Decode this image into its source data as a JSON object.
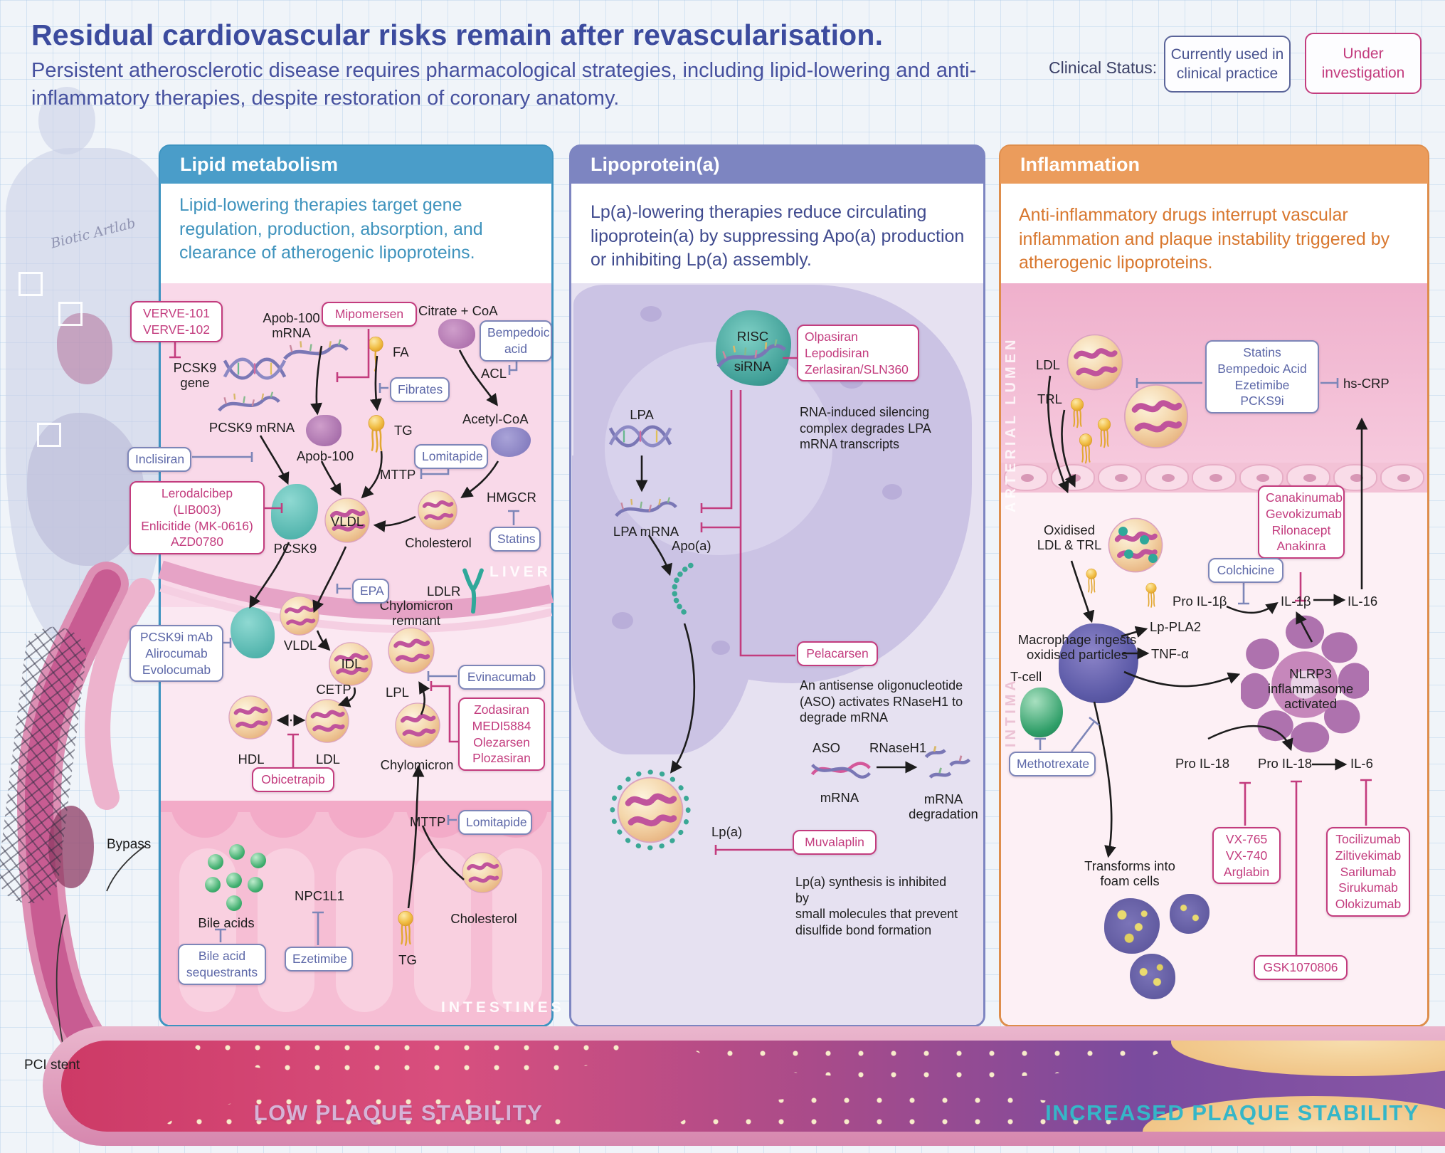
{
  "header": {
    "title": "Residual cardiovascular risks remain after revascularisation.",
    "subtitle": "Persistent atherosclerotic disease requires pharmacological strategies, including lipid-lowering and anti-inflammatory therapies, despite restoration of coronary anatomy.",
    "credit": "Biotic Artlab"
  },
  "legend": {
    "label": "Clinical Status:",
    "used": "Currently used in\nclinical practice",
    "investigation": "Under\ninvestigation"
  },
  "footer": {
    "low": "LOW PLAQUE STABILITY",
    "high": "INCREASED PLAQUE STABILITY"
  },
  "anatomy": {
    "bypass": "Bypass",
    "stent": "PCI stent"
  },
  "colors": {
    "panel1": "#4a9dc9",
    "panel2": "#7d85c1",
    "panel3": "#eb9c5c",
    "pink_drug": "#c33c7e",
    "blue_drug": "#7d86b8",
    "title": "#3c4b9e",
    "low_label": "#c9a9cf",
    "high_label": "#35b6c8"
  },
  "panels": {
    "lipid": {
      "header": "Lipid metabolism",
      "intro": "Lipid-lowering therapies target gene regulation, production, absorption, and clearance of atherogenic lipoproteins.",
      "labels": {
        "pcsk9_gene": "PCSK9\ngene",
        "apob_mrna": "Apob-100\nmRNA",
        "citrate": "Citrate + CoA",
        "fa": "FA",
        "acl": "ACL",
        "acetyl": "Acetyl-CoA",
        "pcsk9_mrna": "PCSK9 mRNA",
        "tg": "TG",
        "apob": "Apob-100",
        "mttp": "MTTP",
        "hmgcr": "HMGCR",
        "pcsk9": "PCSK9",
        "vldl": "VLDL",
        "cholesterol": "Cholesterol",
        "epa_target_ldlr": "LDLR",
        "liver": "LIVER",
        "vldl2": "VLDL",
        "idl": "IDL",
        "chylo_remnant": "Chylomicron\nremnant",
        "lpl": "LPL",
        "cetp": "CETP",
        "hdl": "HDL",
        "ldl": "LDL",
        "chylomicron": "Chylomicron",
        "mttp2": "MTTP",
        "bile_acids": "Bile acids",
        "npc1l1": "NPC1L1",
        "tg2": "TG",
        "cholesterol2": "Cholesterol",
        "intestines": "INTESTINES"
      },
      "drugs": {
        "verve": "VERVE-101\nVERVE-102",
        "mipomersen": "Mipomersen",
        "bempedoic": "Bempedoic\nacid",
        "fibrates": "Fibrates",
        "inclisiran": "Inclisiran",
        "lomitapide": "Lomitapide",
        "lerodalcibep": "Lerodalcibep (LIB003)\nEnlicitide (MK-0616)\nAZD0780",
        "statins": "Statins",
        "epa": "EPA",
        "pcsk9i": "PCSK9i mAb\nAlirocumab\nEvolocumab",
        "evinacumab": "Evinacumab",
        "zodasiran": "Zodasiran\nMEDI5884\nOlezarsen\nPlozasiran",
        "obicetrapib": "Obicetrapib",
        "lomitapide2": "Lomitapide",
        "bile_seq": "Bile acid\nsequestrants",
        "ezetimibe": "Ezetimibe"
      }
    },
    "lpa": {
      "header": "Lipoprotein(a)",
      "intro": "Lp(a)-lowering therapies reduce circulating lipoprotein(a) by suppressing Apo(a) production or inhibiting Lp(a) assembly.",
      "labels": {
        "risc": "RISC",
        "sirna": "siRNA",
        "note_risc": "RNA-induced silencing\ncomplex degrades LPA\nmRNA transcripts",
        "lpa_gene": "LPA",
        "lpa_mrna": "LPA mRNA",
        "apoa": "Apo(a)",
        "note_aso": "An antisense oligonucleotide\n(ASO) activates RNaseH1 to\ndegrade mRNA",
        "aso": "ASO",
        "rnaseh1": "RNaseH1",
        "mrna": "mRNA",
        "mrna_deg": "mRNA\ndegradation",
        "lpa": "Lp(a)",
        "note_muv": "Lp(a) synthesis is inhibited by\nsmall molecules that prevent\ndisulfide bond formation"
      },
      "drugs": {
        "olpasiran": "Olpasiran\nLepodisiran\nZerlasiran/SLN360",
        "pelacarsen": "Pelacarsen",
        "muvalaplin": "Muvalaplin"
      }
    },
    "inflammation": {
      "header": "Inflammation",
      "intro": "Anti-inflammatory drugs interrupt vascular inflammation and plaque instability triggered by atherogenic lipoproteins.",
      "labels": {
        "arterial_lumen": "ARTERIAL LUMEN",
        "intima": "INTIMA",
        "ldl": "LDL",
        "trl": "TRL",
        "hscrp": "hs-CRP",
        "oxidised": "Oxidised\nLDL & TRL",
        "macrophage": "Macrophage ingests\noxidised particles",
        "pro_il1b": "Pro IL-1β",
        "il1b": "IL-1β",
        "il16": "IL-16",
        "lp_pla2": "Lp-PLA2",
        "tnfa": "TNF-α",
        "tcell": "T-cell",
        "nlrp3": "NLRP3 inflammasome\nactivated",
        "pro_il18_l": "Pro IL-18",
        "pro_il18_r": "Pro IL-18",
        "il6": "IL-6",
        "foam": "Transforms into\nfoam cells"
      },
      "drugs": {
        "statins_combo": "Statins\nBempedoic Acid\nEzetimibe\nPCKS9i",
        "canakinumab": "Canakinumab\nGevokizumab\nRilonacept\nAnakinra",
        "colchicine": "Colchicine",
        "methotrexate": "Methotrexate",
        "vx": "VX-765\nVX-740\nArglabin",
        "tocilizumab": "Tocilizumab\nZiltivekimab\nSarilumab\nSirukumab\nOlokizumab",
        "gsk": "GSK1070806"
      }
    }
  }
}
